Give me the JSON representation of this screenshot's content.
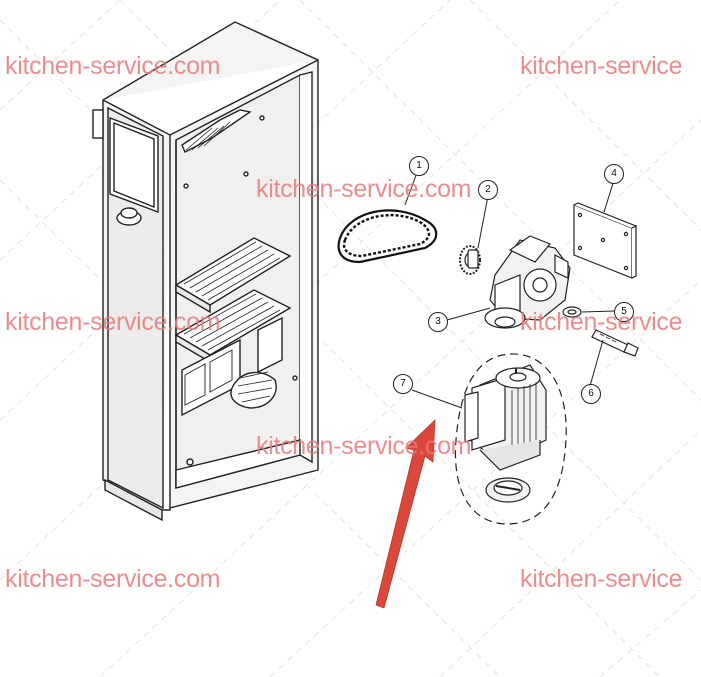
{
  "watermark": {
    "text": "kitchen-service.com",
    "text_short": "kitchen-service",
    "color": "#e87a7a"
  },
  "callouts": [
    {
      "id": "1",
      "part": "chain"
    },
    {
      "id": "2",
      "part": "sprocket"
    },
    {
      "id": "3",
      "part": "gearbox"
    },
    {
      "id": "4",
      "part": "mounting-plate"
    },
    {
      "id": "5",
      "part": "washer"
    },
    {
      "id": "6",
      "part": "bolt"
    },
    {
      "id": "7",
      "part": "motor"
    }
  ],
  "arrow_color": "#d9483b"
}
